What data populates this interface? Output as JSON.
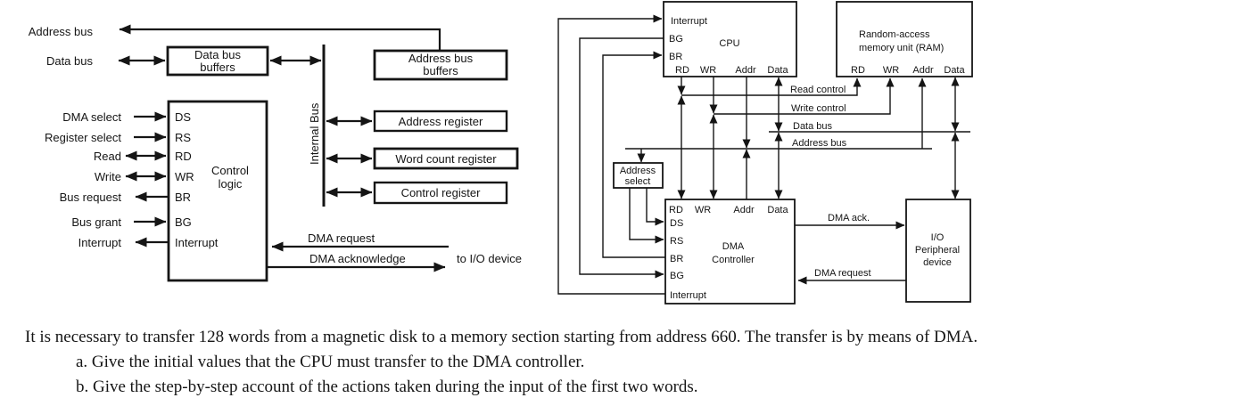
{
  "left": {
    "address_bus_label": "Address bus",
    "data_bus_label": "Data bus",
    "data_bus_buffers": {
      "line1": "Data bus",
      "line2": "buffers"
    },
    "address_bus_buffers": {
      "line1": "Address bus",
      "line2": "buffers"
    },
    "internal_bus_label": "Internal Bus",
    "registers": {
      "address": "Address register",
      "word_count": "Word count register",
      "control": "Control register"
    },
    "control_logic": {
      "line1": "Control",
      "line2": "logic"
    },
    "pins": {
      "ds": "DS",
      "rs": "RS",
      "rd": "RD",
      "wr": "WR",
      "br": "BR",
      "bg": "BG",
      "interrupt": "Interrupt"
    },
    "signals": {
      "dma_select": "DMA select",
      "register_select": "Register select",
      "read": "Read",
      "write": "Write",
      "bus_request": "Bus request",
      "bus_grant": "Bus grant",
      "interrupt": "Interrupt"
    },
    "dma_request": "DMA request",
    "dma_acknowledge": "DMA acknowledge",
    "to_io_device": "to I/O device"
  },
  "right": {
    "cpu": {
      "title": "CPU",
      "pin_interrupt": "Interrupt",
      "pin_bg": "BG",
      "pin_br": "BR",
      "pin_rd": "RD",
      "pin_wr": "WR",
      "pin_addr": "Addr",
      "pin_data": "Data"
    },
    "ram": {
      "line1": "Random-access",
      "line2": "memory unit (RAM)",
      "pin_rd": "RD",
      "pin_wr": "WR",
      "pin_addr": "Addr",
      "pin_data": "Data"
    },
    "buses": {
      "read_control": "Read control",
      "write_control": "Write control",
      "data_bus": "Data bus",
      "address_bus": "Address bus"
    },
    "address_select": {
      "line1": "Address",
      "line2": "select"
    },
    "dma_controller": {
      "title1": "DMA",
      "title2": "Controller",
      "pin_rd": "RD",
      "pin_wr": "WR",
      "pin_addr": "Addr",
      "pin_data": "Data",
      "pin_ds": "DS",
      "pin_rs": "RS",
      "pin_br": "BR",
      "pin_bg": "BG",
      "pin_interrupt": "Interrupt"
    },
    "io_device": {
      "line1": "I/O",
      "line2": "Peripheral",
      "line3": "device"
    },
    "dma_ack_label": "DMA ack.",
    "dma_request_label": "DMA request"
  },
  "problem": {
    "statement": "It is necessary to transfer 128 words from a magnetic disk to a memory section starting from address 660. The transfer is by means of DMA.",
    "item_a": "a. Give the initial values that the CPU must transfer to the DMA controller.",
    "item_b": "b. Give the step-by-step account of the actions taken during the input of the first two words."
  }
}
